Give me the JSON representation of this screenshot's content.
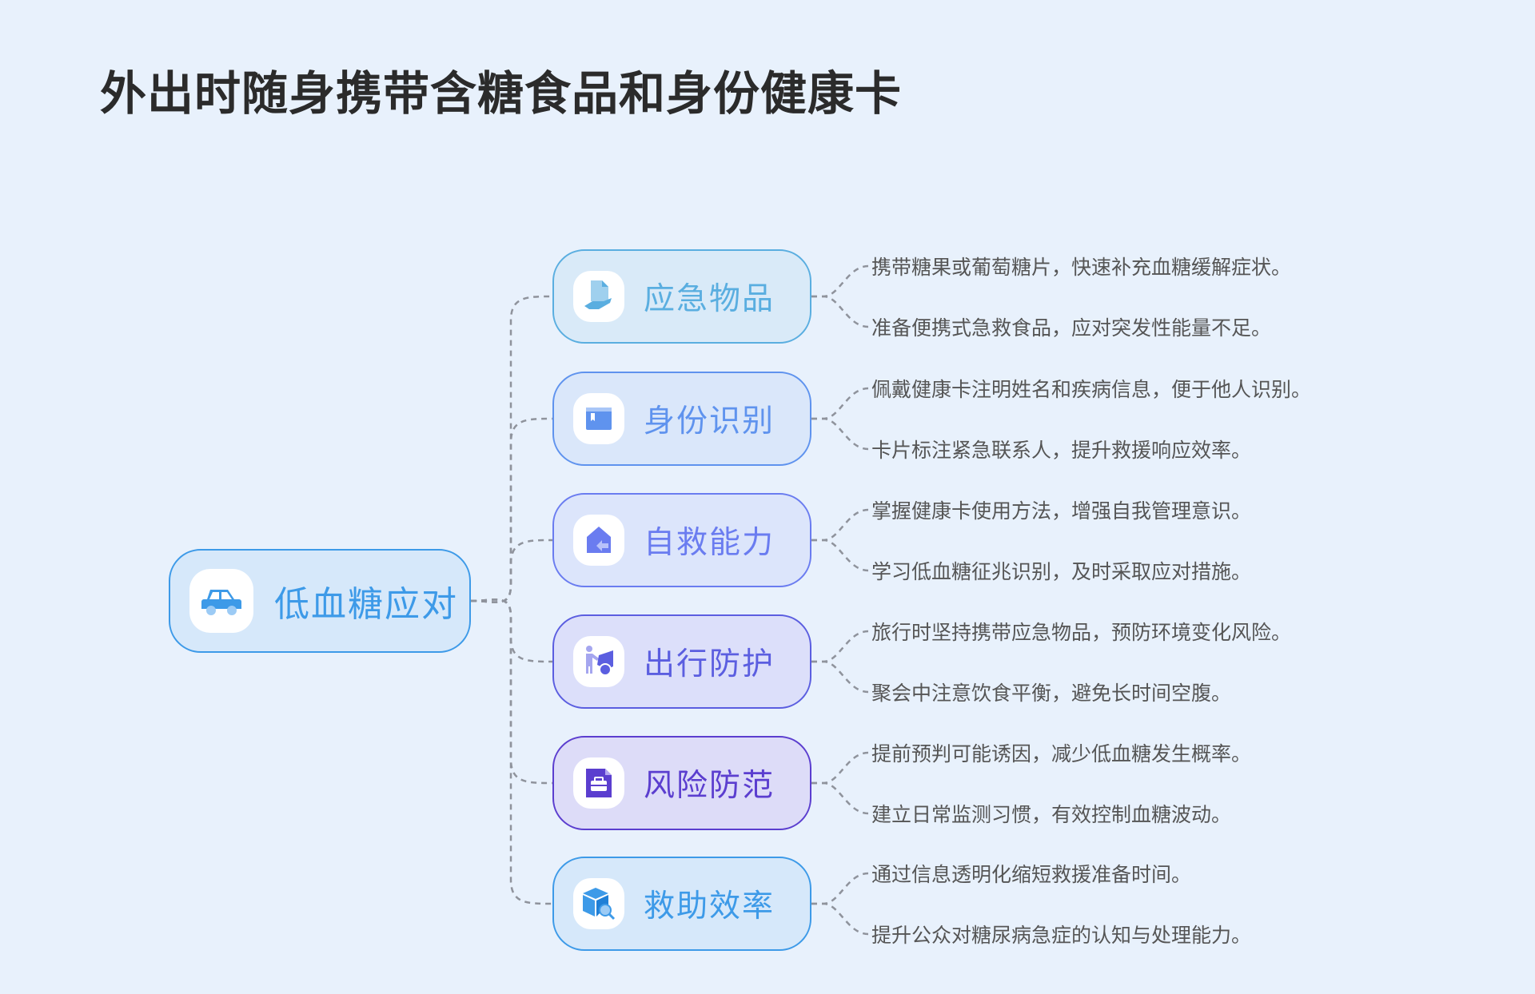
{
  "title": "外出时随身携带含糖食品和身份健康卡",
  "root": {
    "label": "低血糖应对",
    "icon": "car-icon",
    "color": "#3d9ae8",
    "bg": "#d6e8fa"
  },
  "branches": [
    {
      "label": "应急物品",
      "icon": "hand-document-icon",
      "color": "#5aaee0",
      "bg": "#d9eaf8",
      "leaves": [
        "携带糖果或葡萄糖片，快速补充血糖缓解症状。",
        "准备便携式急救食品，应对突发性能量不足。"
      ]
    },
    {
      "label": "身份识别",
      "icon": "id-card-icon",
      "color": "#5f93ee",
      "bg": "#dae7fa",
      "leaves": [
        "佩戴健康卡注明姓名和疾病信息，便于他人识别。",
        "卡片标注紧急联系人，提升救援响应效率。"
      ]
    },
    {
      "label": "自救能力",
      "icon": "home-return-icon",
      "color": "#6a7cf0",
      "bg": "#dce5fb",
      "leaves": [
        "掌握健康卡使用方法，增强自我管理意识。",
        "学习低血糖征兆识别，及时采取应对措施。"
      ]
    },
    {
      "label": "出行防护",
      "icon": "car-repair-icon",
      "color": "#5b5ee0",
      "bg": "#dcdffa",
      "leaves": [
        "旅行时坚持携带应急物品，预防环境变化风险。",
        "聚会中注意饮食平衡，避免长时间空腹。"
      ]
    },
    {
      "label": "风险防范",
      "icon": "briefcase-file-icon",
      "color": "#5b3ecf",
      "bg": "#dddcf8",
      "leaves": [
        "提前预判可能诱因，减少低血糖发生概率。",
        "建立日常监测习惯，有效控制血糖波动。"
      ]
    },
    {
      "label": "救助效率",
      "icon": "box-search-icon",
      "color": "#3d9ae8",
      "bg": "#d6e8fa",
      "leaves": [
        "通过信息透明化缩短救援准备时间。",
        "提升公众对糖尿病急症的认知与处理能力。"
      ]
    }
  ]
}
